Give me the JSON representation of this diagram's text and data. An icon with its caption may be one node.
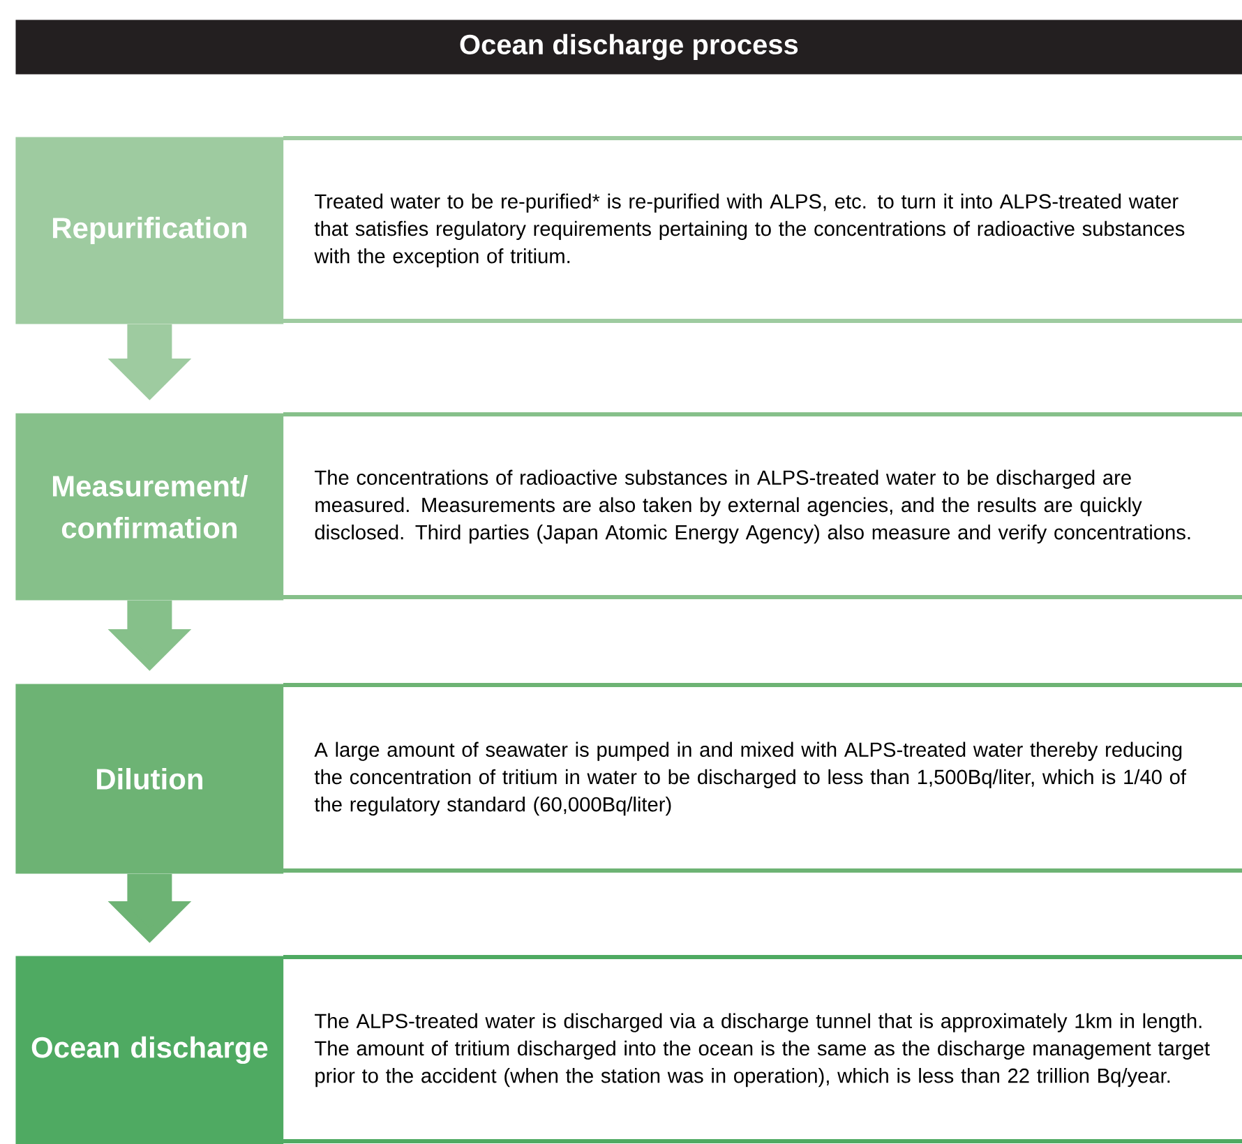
{
  "diagram": {
    "title": "Ocean discharge process",
    "nodes": [
      {
        "text": [
          "Repurification"
        ]
      },
      {
        "text": [
          "Treated water to be re-purified* is re-purified with ALPS, etc. to turn it into ALPS-treated water that satisfies regulatory requirements pertaining to the concentrations of radioactive substances with the exception of tritium."
        ]
      },
      {
        "text": [
          "Measurement/ confirmation"
        ]
      },
      {
        "text": [
          "The concentrations of radioactive substances in ALPS-treated water to be discharged are measured. Measurements are also taken by external agencies, and the results are quickly disclosed. Third parties (Japan Atomic Energy Agency) also measure and verify concentrations."
        ]
      },
      {
        "text": [
          "Dilution"
        ]
      },
      {
        "text": [
          "A large amount of seawater is pumped in and mixed with ALPS-treated water thereby reducing the concentration of tritium in water to be discharged to less than 1,500Bq/liter, which is 1/40 of the regulatory standard (60,000Bq/liter)"
        ]
      },
      {
        "text": [
          "Ocean discharge"
        ]
      },
      {
        "text": [
          "The ALPS-treated water is discharged via a discharge tunnel that is approximately 1km in length. The amount of tritium discharged into the ocean is the same as the discharge management target prior to the accident (when the station was in operation), which is less than 22 trillion Bq/year."
        ]
      }
    ],
    "edges": [
      {
        "from": 0,
        "to": 2,
        "arrow": "to",
        "color": "#9ecba0"
      },
      {
        "from": 2,
        "to": 4,
        "arrow": "to",
        "color": "#86c08a"
      },
      {
        "from": 4,
        "to": 6,
        "arrow": "to",
        "color": "#6db374"
      }
    ]
  }
}
